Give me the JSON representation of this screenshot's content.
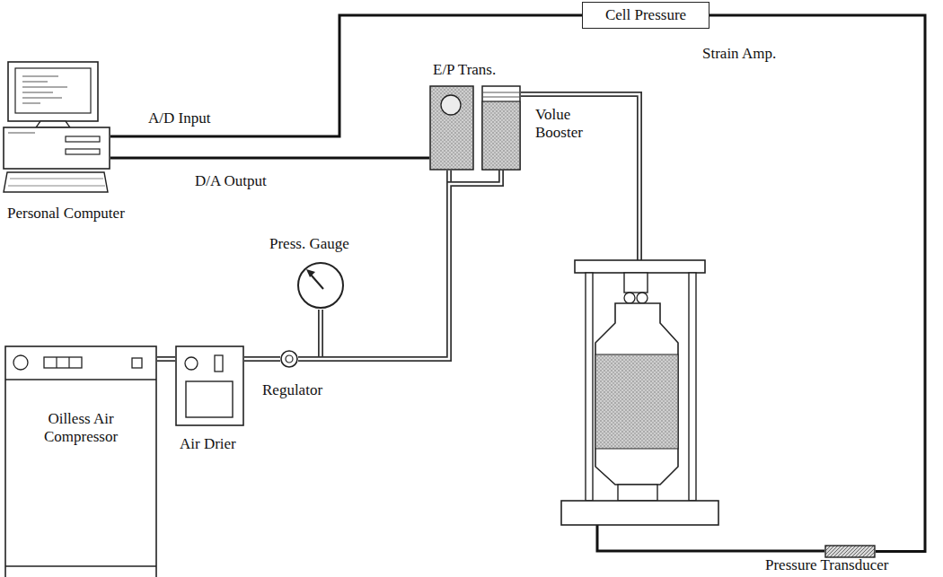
{
  "diagram": {
    "nodes": [
      {
        "text": [
          "Personal Computer"
        ]
      },
      {
        "text": [
          "Cell Pressure"
        ]
      },
      {
        "text": [
          "E/P Trans."
        ]
      },
      {
        "text": [
          "Volue Booster"
        ]
      },
      {
        "text": [
          "Press. Gauge"
        ]
      },
      {
        "text": [
          "Regulator"
        ]
      },
      {
        "text": [
          "Air Drier"
        ]
      },
      {
        "text": [
          "Oilless Air Compressor"
        ]
      },
      {
        "text": [
          "Pressure Transducer"
        ]
      }
    ],
    "edges": [
      {
        "from": 0,
        "to": 1,
        "arrow": "none",
        "label": "A/D Input"
      },
      {
        "from": 0,
        "to": 2,
        "arrow": "none",
        "label": "D/A Output"
      },
      {
        "from": 1,
        "to": 8,
        "arrow": "none"
      },
      {
        "from": 7,
        "to": 6,
        "arrow": "none"
      },
      {
        "from": 6,
        "to": 5,
        "arrow": "none"
      },
      {
        "from": 5,
        "to": 4,
        "arrow": "none"
      },
      {
        "from": 5,
        "to": 2,
        "arrow": "none"
      },
      {
        "from": 5,
        "to": 3,
        "arrow": "none"
      }
    ],
    "labels": [
      "Strain Amp."
    ]
  }
}
